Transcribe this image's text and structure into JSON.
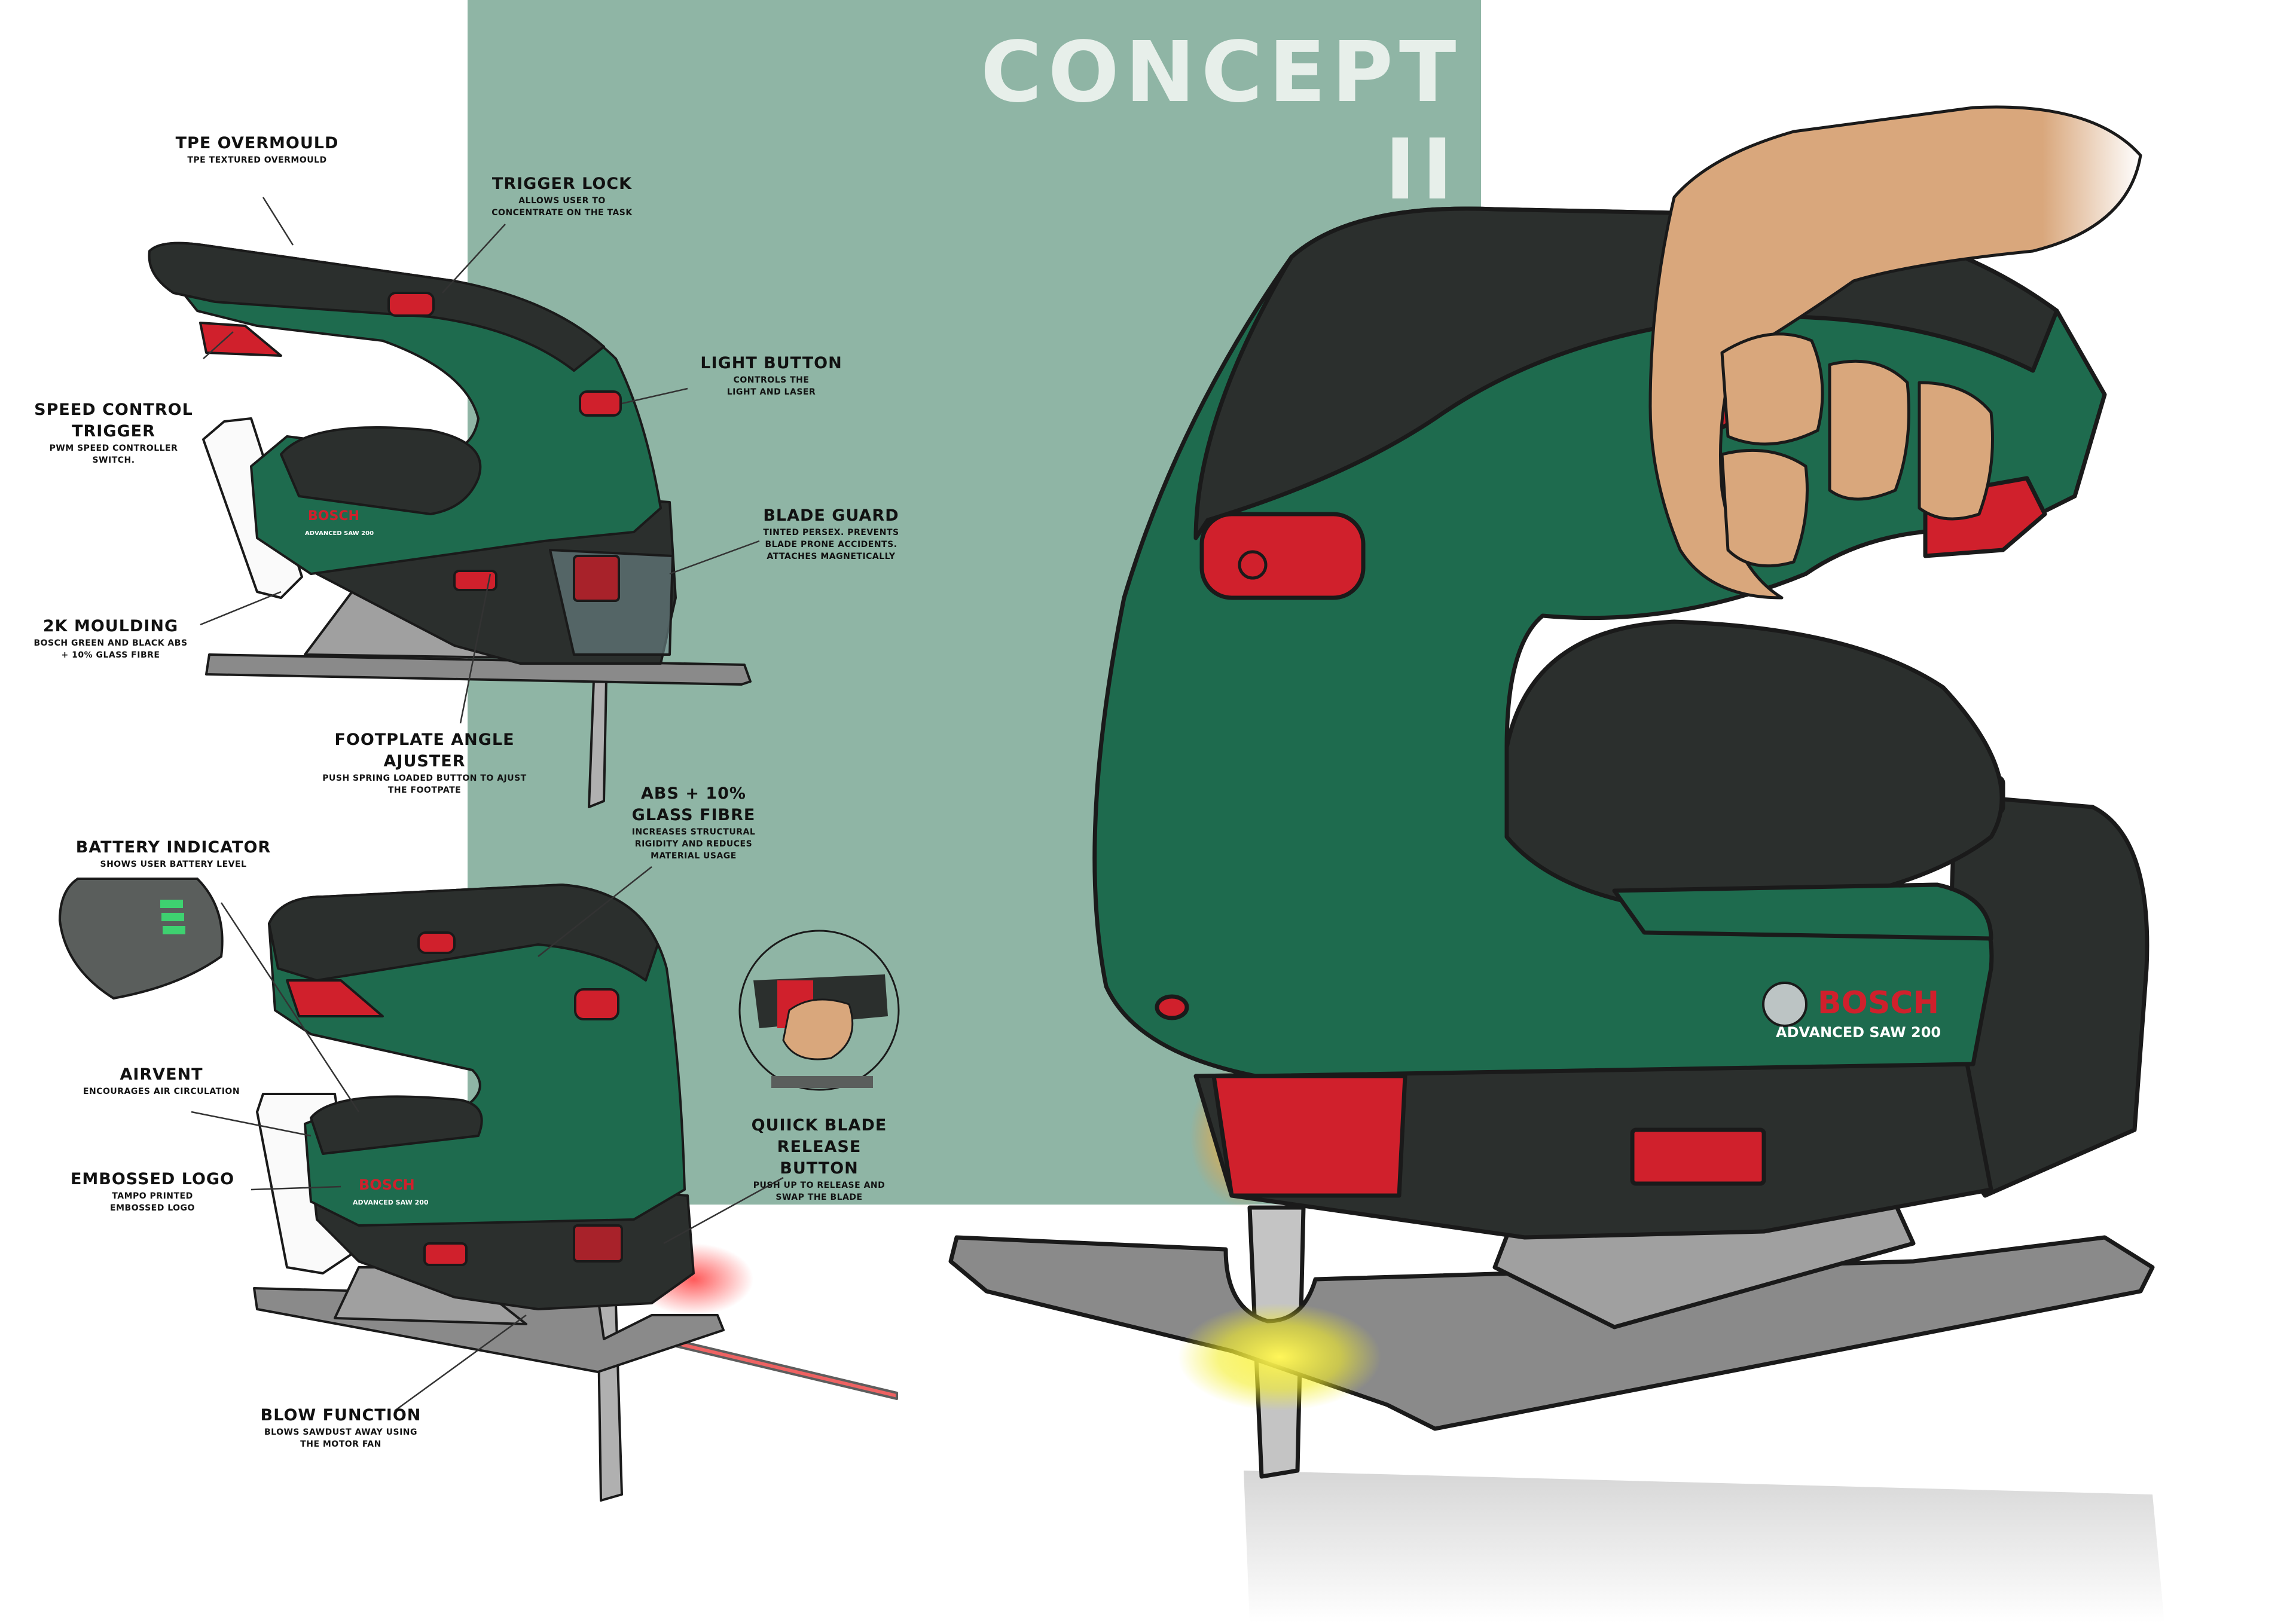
{
  "title": "CONCEPT II",
  "brand": {
    "name": "BOSCH",
    "model": "ADVANCED SAW 200"
  },
  "colors": {
    "background": "#ffffff",
    "panel": "#8fb5a5",
    "title": "#e7efea",
    "body_green": "#1e6b4e",
    "dark_grey": "#2b2f2d",
    "accent_red": "#d0202c",
    "footplate_grey": "#8a8a8a",
    "laser_red": "#e82020",
    "light_yellow": "#f4ee2a",
    "skin": "#d9a77c"
  },
  "callouts": {
    "tpe_overmould": {
      "title": "TPE OVERMOULD",
      "desc": "TPE TEXTURED OVERMOULD"
    },
    "trigger_lock": {
      "title": "TRIGGER LOCK",
      "desc": "ALLOWS USER TO CONCENTRATE ON THE TASK"
    },
    "speed_control": {
      "title": "SPEED CONTROL TRIGGER",
      "desc": "PWM SPEED CONTROLLER SWITCH."
    },
    "light_button": {
      "title": "LIGHT BUTTON",
      "desc": "CONTROLS THE LIGHT AND LASER"
    },
    "blade_guard": {
      "title": "BLADE GUARD",
      "desc": "TINTED PERSEX. PREVENTS BLADE PRONE ACCIDENTS. ATTACHES MAGNETICALLY"
    },
    "moulding_2k": {
      "title": "2K MOULDING",
      "desc": "BOSCH GREEN AND BLACK ABS + 10% GLASS FIBRE"
    },
    "footplate_angle": {
      "title": "FOOTPLATE ANGLE AJUSTER",
      "desc": "PUSH SPRING LOADED BUTTON TO AJUST THE FOOTPATE"
    },
    "abs_glass": {
      "title": "ABS + 10% GLASS FIBRE",
      "desc": "INCREASES STRUCTURAL RIGIDITY AND REDUCES MATERIAL USAGE"
    },
    "battery_indicator": {
      "title": "BATTERY INDICATOR",
      "desc": "SHOWS USER BATTERY LEVEL"
    },
    "airvent": {
      "title": "AIRVENT",
      "desc": "ENCOURAGES AIR CIRCULATION"
    },
    "embossed_logo": {
      "title": "EMBOSSED LOGO",
      "desc": "TAMPO PRINTED EMBOSSED LOGO"
    },
    "quick_release": {
      "title": "QUIICK BLADE RELEASE BUTTON",
      "desc": "PUSH UP TO RELEASE AND SWAP THE BLADE"
    },
    "blow_function": {
      "title": "BLOW FUNCTION",
      "desc": "BLOWS SAWDUST AWAY USING THE MOTOR FAN"
    }
  }
}
